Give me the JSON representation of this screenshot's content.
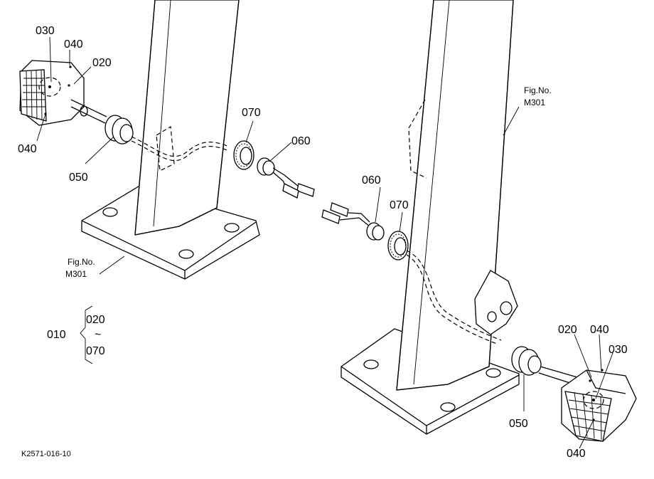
{
  "labels": {
    "l030_a": "030",
    "l040_a": "040",
    "l020_a": "020",
    "l040_b": "040",
    "l050_a": "050",
    "l070_a": "070",
    "l060_a": "060",
    "l060_b": "060",
    "l070_b": "070",
    "l020_b": "020",
    "l040_c": "040",
    "l030_b": "030",
    "l050_b": "050",
    "l040_d": "040"
  },
  "fig_ref_right": {
    "line1": "Fig.No.",
    "line2": "M301"
  },
  "fig_ref_left": {
    "line1": "Fig.No.",
    "line2": "M301"
  },
  "assembly": {
    "number": "010",
    "from": "020",
    "tilde": "~",
    "to": "070"
  },
  "drawing_code": "K2571-016-10"
}
